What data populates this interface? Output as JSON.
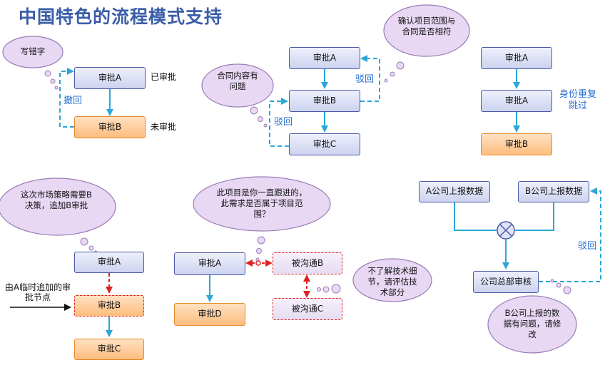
{
  "title": "中国特色的流程模式支持",
  "nodes": {
    "p1_a": "审批A",
    "p1_b": "审批B",
    "p2_a": "审批A",
    "p2_b": "审批B",
    "p2_c": "审批C",
    "p3_a": "审批A",
    "p3_b": "审批A",
    "p3_c": "审批B",
    "p4_a": "审批A",
    "p4_b": "审批B",
    "p4_c": "审批C",
    "p5_a": "审批A",
    "p5_d": "审批D",
    "p5_b": "被沟通B",
    "p5_c": "被沟通C",
    "p6_a": "A公司上报数据",
    "p6_b": "B公司上报数据",
    "p6_hq": "公司总部审核"
  },
  "labels": {
    "p1_approved": "已审批",
    "p1_pending": "未审批",
    "p1_withdraw": "撤回",
    "p2_reject1": "驳回",
    "p2_reject2": "驳回",
    "p3_skip": "身份重复跳过",
    "p4_note": "由A临时追加的审批节点",
    "p6_reject": "驳回"
  },
  "clouds": {
    "c1": "写错字",
    "c2": "合同内容有问题",
    "c3": "确认项目范围与合同是否相符",
    "c4": "这次市场策略需要B决策，追加B审批",
    "c5": "此项目是你一直跟进的，此需求是否属于项目范围？",
    "c6": "不了解技术细节，请评估技术部分",
    "c7": "B公司上报的数据有问题，请修改"
  },
  "colors": {
    "title": "#3a5ea8",
    "arrow": "#2aa7d8",
    "red": "#dd2222",
    "blue_text": "#2a6fd0",
    "cloud_fill": "#e8d8f3",
    "cloud_stroke": "#9a7bb8"
  }
}
